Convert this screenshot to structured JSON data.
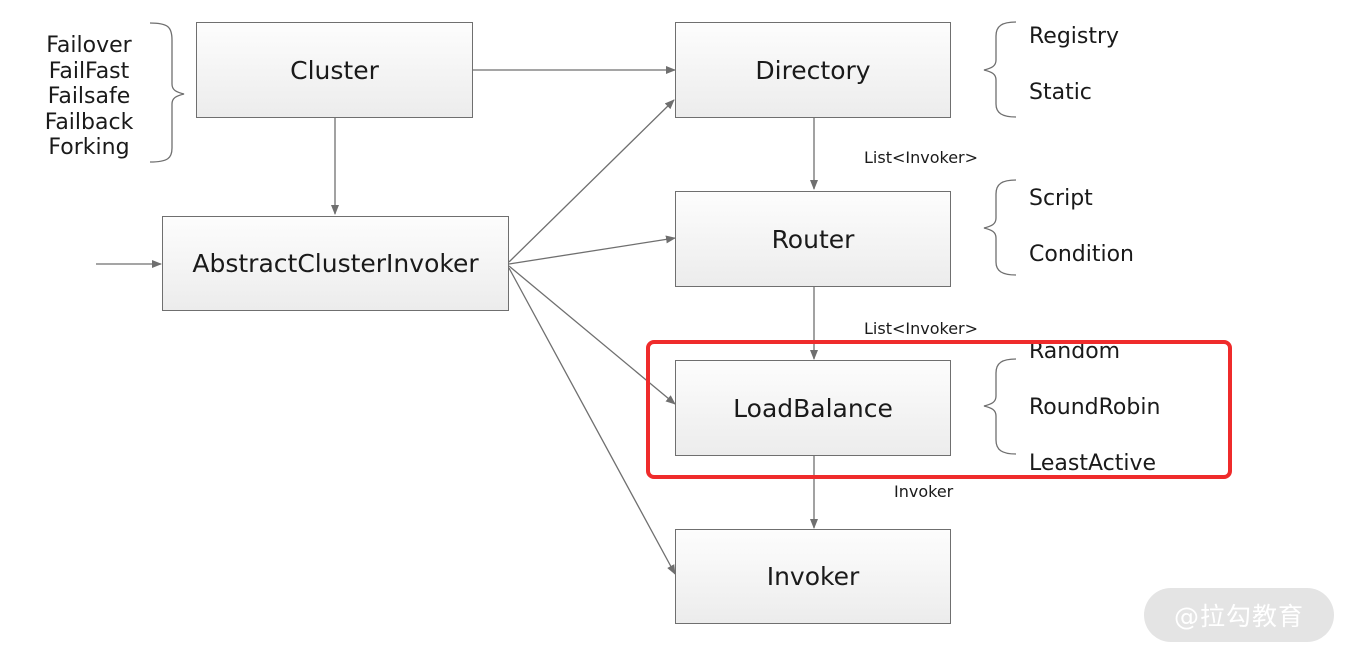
{
  "nodes": {
    "cluster": "Cluster",
    "directory": "Directory",
    "abstract_cluster_invoker": "AbstractClusterInvoker",
    "router": "Router",
    "load_balance": "LoadBalance",
    "invoker": "Invoker"
  },
  "cluster_strategies": [
    "Failover",
    "FailFast",
    "Failsafe",
    "Failback",
    "Forking"
  ],
  "directory_types": [
    "Registry",
    "Static"
  ],
  "router_types": [
    "Script",
    "Condition"
  ],
  "load_balance_types": [
    "Random",
    "RoundRobin",
    "LeastActive"
  ],
  "edge_labels": {
    "directory_to_router": "List<Invoker>",
    "router_to_load_balance": "List<Invoker>",
    "load_balance_to_invoker": "Invoker"
  },
  "colors": {
    "highlight": "#ef2b2b",
    "line": "#6f6f6f"
  },
  "watermark": "@拉勾教育"
}
